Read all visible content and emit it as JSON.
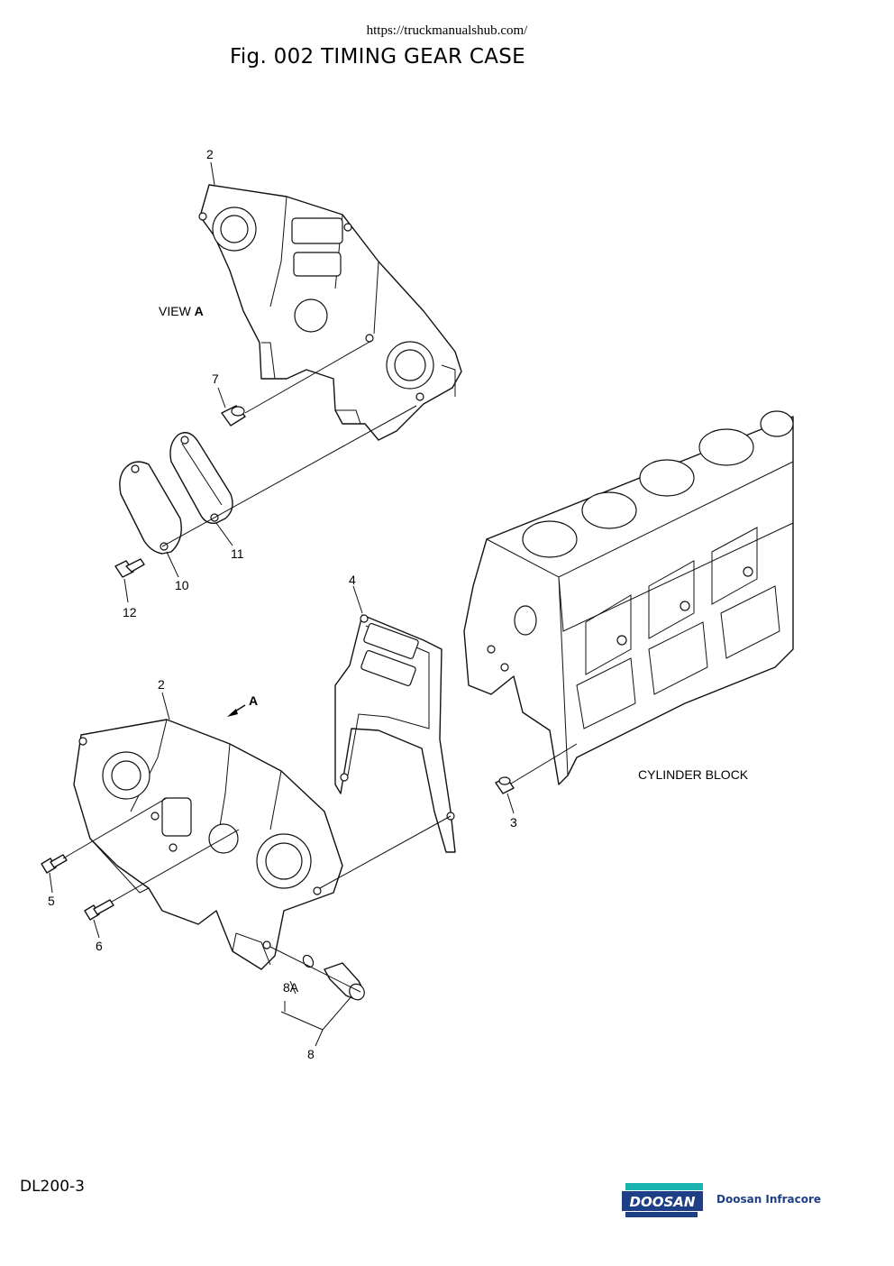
{
  "header": {
    "url": "https://truckmanualshub.com/",
    "title": "Fig. 002 TIMING GEAR CASE"
  },
  "callouts": {
    "c2_top": "2",
    "c7": "7",
    "c11": "11",
    "c10": "10",
    "c12": "12",
    "c4": "4",
    "c2_bottom": "2",
    "c3": "3",
    "c5": "5",
    "c6": "6",
    "c8a": "8A",
    "c8": "8"
  },
  "labels": {
    "view_a_prefix": "VIEW ",
    "view_a_letter": "A",
    "arrow_a": "A",
    "cylinder_block": "CYLINDER BLOCK"
  },
  "footer": {
    "model": "DL200-3",
    "brand_logo": "DOOSAN",
    "brand_name": "Doosan Infracore",
    "brand_color": "#1e3f86",
    "brand_accent": "#1bb3b0"
  }
}
